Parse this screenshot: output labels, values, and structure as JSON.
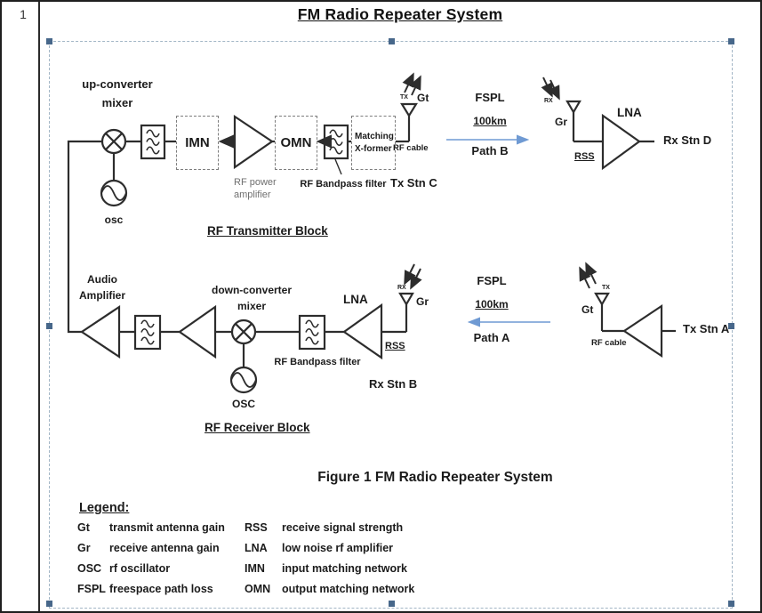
{
  "page": {
    "row_number": "1",
    "title": "FM Radio Repeater System"
  },
  "tx_block": {
    "mixer_label1": "up-converter",
    "mixer_label2": "mixer",
    "osc": "osc",
    "imn": "IMN",
    "pa1": "RF power",
    "pa2": "amplifier",
    "omn": "OMN",
    "bandpass": "RF Bandpass filter",
    "matching1": "Matching",
    "matching2": "X-former",
    "rf_cable": "RF cable",
    "tx_tag": "TX",
    "gt": "Gt",
    "station": "Tx Stn C",
    "title": "RF Transmitter Block"
  },
  "path_b": {
    "fspl": "FSPL",
    "distance": "100km",
    "name": "Path B"
  },
  "rx_d": {
    "rx_tag": "RX",
    "gr": "Gr",
    "rss": "RSS",
    "lna": "LNA",
    "station": "Rx Stn D"
  },
  "rx_block": {
    "audio1": "Audio",
    "audio2": "Amplifier",
    "mixer_label1": "down-converter",
    "mixer_label2": "mixer",
    "osc": "OSC",
    "bandpass": "RF Bandpass filter",
    "lna": "LNA",
    "rx_tag": "RX",
    "gr": "Gr",
    "rss": "RSS",
    "station": "Rx Stn B",
    "title": "RF Receiver Block"
  },
  "path_a": {
    "fspl": "FSPL",
    "distance": "100km",
    "name": "Path A"
  },
  "tx_a": {
    "tx_tag": "TX",
    "gt": "Gt",
    "rf_cable": "RF cable",
    "station": "Tx Stn A"
  },
  "figure_caption": "Figure 1 FM Radio Repeater System",
  "legend": {
    "heading": "Legend:",
    "left": [
      {
        "term": "Gt",
        "definition": "transmit antenna gain"
      },
      {
        "term": "Gr",
        "definition": "receive antenna gain"
      },
      {
        "term": "OSC",
        "definition": "rf oscillator"
      },
      {
        "term": "FSPL",
        "definition": "freespace path loss"
      }
    ],
    "right": [
      {
        "term": "RSS",
        "definition": "receive signal strength"
      },
      {
        "term": "LNA",
        "definition": "low noise rf amplifier"
      },
      {
        "term": "IMN",
        "definition": "input matching network"
      },
      {
        "term": "OMN",
        "definition": "output matching network"
      }
    ]
  },
  "colors": {
    "line": "#2d2d2d",
    "muted_text": "#6f6f6f",
    "path_arrow": "#6f9ad3",
    "selection_border": "#a3b6c6",
    "selection_handle": "#47678a"
  }
}
